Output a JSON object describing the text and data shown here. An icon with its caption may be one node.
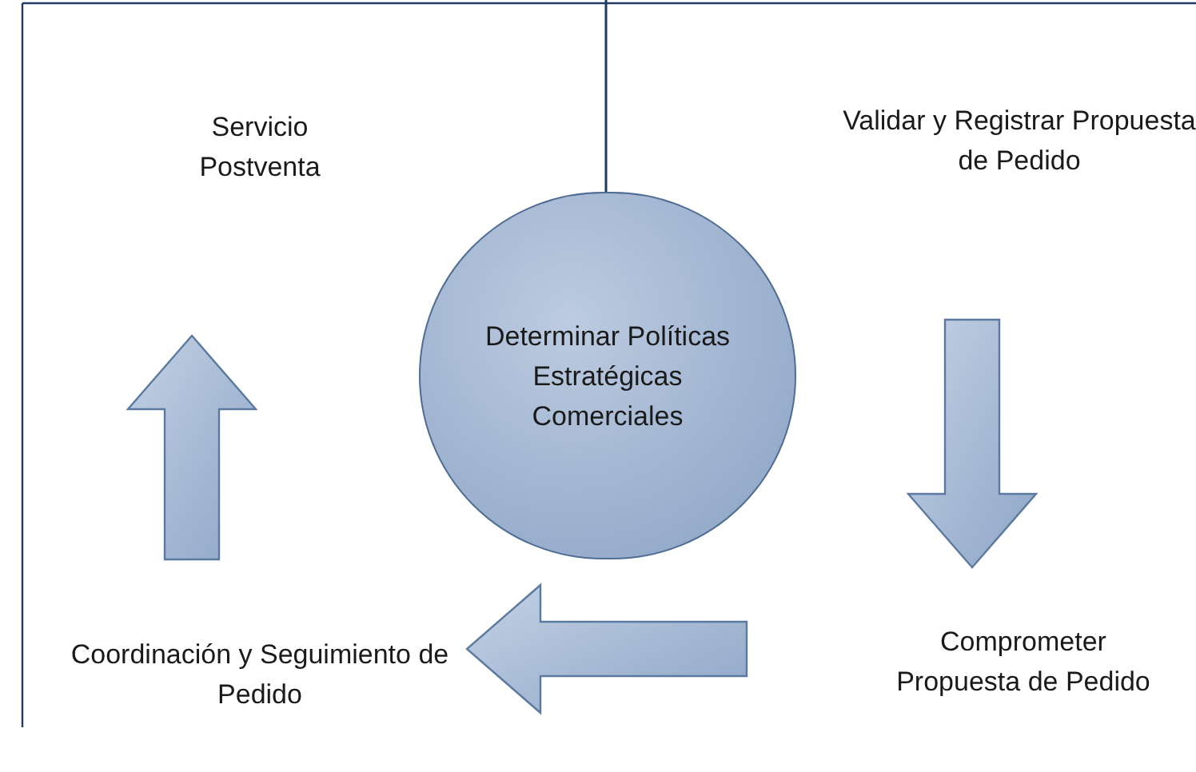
{
  "diagram": {
    "nodes": [
      {
        "text": [
          "Determinar Políticas Estratégicas Comerciales"
        ]
      },
      {
        "text": [
          "Validar y Registrar Propuesta de Pedido"
        ]
      },
      {
        "text": [
          "Comprometer Propuesta de Pedido"
        ]
      },
      {
        "text": [
          "Coordinación y Seguimiento de Pedido"
        ]
      },
      {
        "text": [
          "Servicio Postventa"
        ]
      }
    ],
    "edges": [
      {
        "from": null,
        "to": 0,
        "arrow": "none"
      },
      {
        "from": 1,
        "to": 2,
        "arrow": "to",
        "style": "thick"
      },
      {
        "from": 2,
        "to": 3,
        "arrow": "to",
        "style": "thick"
      },
      {
        "from": 3,
        "to": 4,
        "arrow": "to",
        "style": "thick"
      }
    ]
  }
}
